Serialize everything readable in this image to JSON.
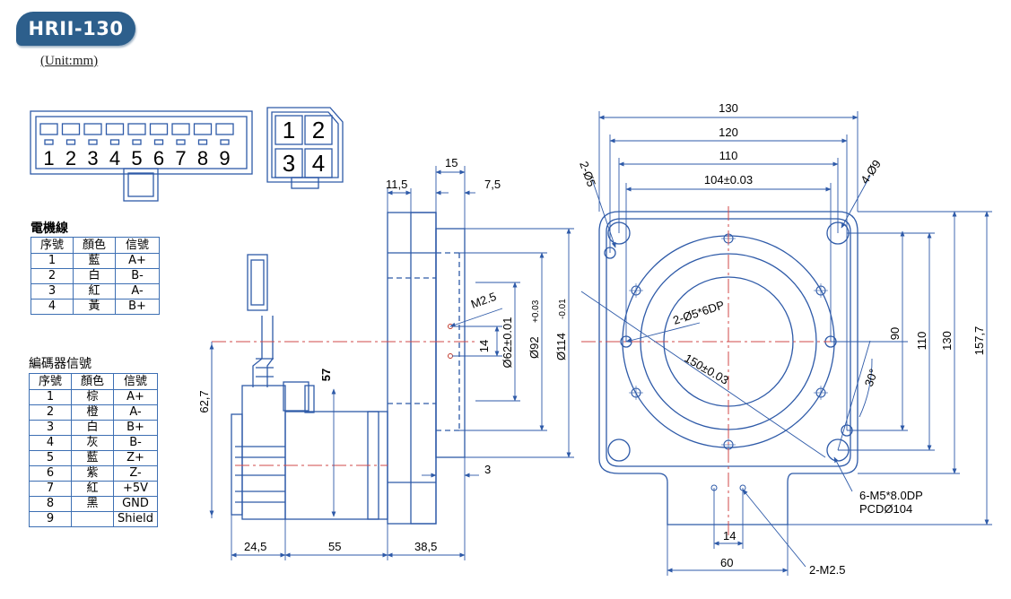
{
  "model": "HRII-130",
  "unit": "(Unit:mm)",
  "connector": {
    "pins9": [
      "1",
      "2",
      "3",
      "4",
      "5",
      "6",
      "7",
      "8",
      "9"
    ],
    "pins4": [
      "1",
      "2",
      "3",
      "4"
    ]
  },
  "motor_table": {
    "title": "電機線",
    "headers": [
      "序號",
      "顏色",
      "信號"
    ],
    "rows": [
      [
        "1",
        "藍",
        "A+"
      ],
      [
        "2",
        "白",
        "B-"
      ],
      [
        "3",
        "紅",
        "A-"
      ],
      [
        "4",
        "黃",
        "B+"
      ]
    ]
  },
  "encoder_table": {
    "title": "編碼器信號",
    "headers": [
      "序號",
      "顏色",
      "信號"
    ],
    "rows": [
      [
        "1",
        "棕",
        "A+"
      ],
      [
        "2",
        "橙",
        "A-"
      ],
      [
        "3",
        "白",
        "B+"
      ],
      [
        "4",
        "灰",
        "B-"
      ],
      [
        "5",
        "藍",
        "Z+"
      ],
      [
        "6",
        "紫",
        "Z-"
      ],
      [
        "7",
        "紅",
        "+5V"
      ],
      [
        "8",
        "黑",
        "GND"
      ],
      [
        "9",
        "",
        "Shield"
      ]
    ]
  },
  "side_view": {
    "dim_11_5": "11,5",
    "dim_15": "15",
    "dim_7_5": "7,5",
    "dim_m25": "M2.5",
    "dim_14": "14",
    "dim_62": "Ø62±0.01",
    "dim_92": "Ø92",
    "dim_92_tol": "+0.03",
    "dim_114": "Ø114",
    "dim_114_tol": "-0.01",
    "dim_62_7": "62,7",
    "dim_57": "57",
    "dim_3": "3",
    "dim_24_5": "24,5",
    "dim_55": "55",
    "dim_38_5": "38,5"
  },
  "front_view": {
    "dim_130": "130",
    "dim_120": "120",
    "dim_110": "110",
    "dim_104": "104±0.03",
    "dim_2_5": "2-Ø5",
    "dim_4_9": "4-Ø9",
    "dim_2_5dp": "2-Ø5*6DP",
    "dim_150": "150±0.03",
    "dim_30deg": "30°",
    "dim_v90": "90",
    "dim_v110": "110",
    "dim_v130": "130",
    "dim_v157": "157,7",
    "dim_m5": "6-M5*8.0DP",
    "dim_pcd": "PCDØ104",
    "dim_14b": "14",
    "dim_60": "60",
    "dim_2m25": "2-M2.5"
  }
}
